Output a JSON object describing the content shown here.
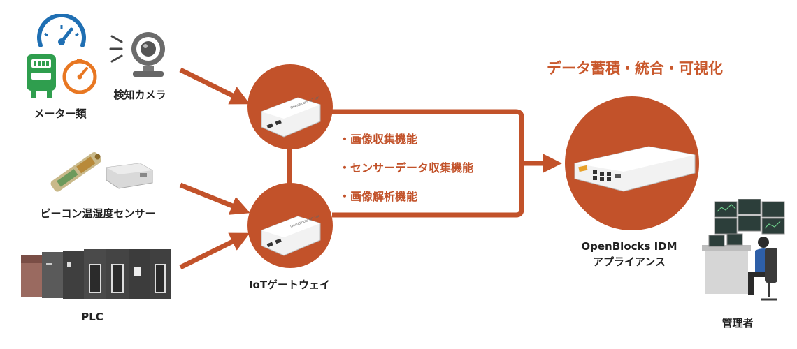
{
  "title": "データ蓄積・統合・可視化",
  "sources": {
    "meters": "メーター類",
    "camera": "検知カメラ",
    "beacon": "ビーコン温湿度センサー",
    "plc": "PLC"
  },
  "gateway": {
    "label": "IoTゲートウェイ",
    "device_text": "OpenBlocks IoT VX"
  },
  "features": [
    "・画像収集機能",
    "・センサーデータ収集機能",
    "・画像解析機能"
  ],
  "appliance": {
    "line1": "OpenBlocks IDM",
    "line2": "アプライアンス"
  },
  "admin": "管理者",
  "colors": {
    "accent": "#c9582c",
    "arrow": "#c2522a",
    "meter_green": "#2f9e4e",
    "gauge_blue": "#1f6fb3",
    "gauge_orange": "#e87722"
  }
}
